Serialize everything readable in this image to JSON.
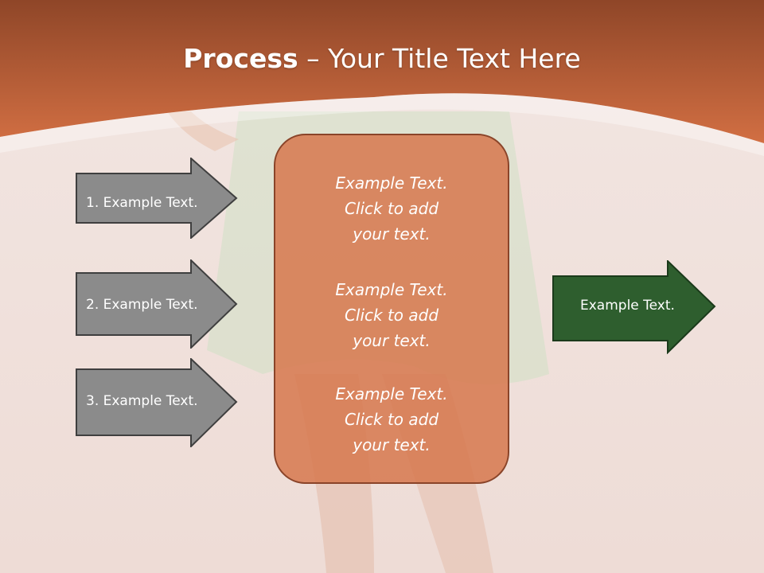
{
  "title": {
    "bold": "Process",
    "rest": " – Your Title Text Here"
  },
  "left_arrows": [
    {
      "label": "1. Example Text."
    },
    {
      "label": "2. Example Text."
    },
    {
      "label": "3. Example Text."
    }
  ],
  "center_box": {
    "blocks": [
      {
        "line1": "Example Text.",
        "line2": "Click  to add",
        "line3": "your text."
      },
      {
        "line1": "Example Text.",
        "line2": "Click  to add",
        "line3": "your text."
      },
      {
        "line1": "Example Text.",
        "line2": "Click  to add",
        "line3": "your text."
      }
    ]
  },
  "right_arrow": {
    "label": "Example Text."
  },
  "colors": {
    "header_orange": "#cc6a3f",
    "header_dark": "#8f4628",
    "gray_arrow": "#8b8b8b",
    "center_fill": "#d6784e",
    "green_arrow": "#2e5e2e"
  }
}
